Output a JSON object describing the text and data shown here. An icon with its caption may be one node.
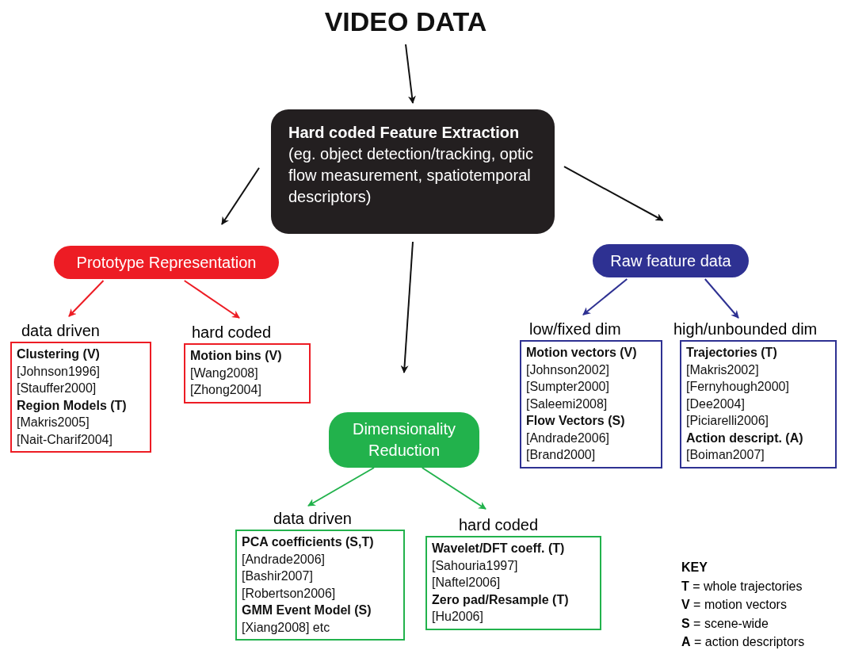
{
  "diagram": {
    "nodes": [
      {
        "text": [
          "VIDEO DATA"
        ]
      },
      {
        "text": [
          "Hard coded Feature Extraction",
          "(eg. object detection/tracking, optic flow measurement, spatiotemporal descriptors)"
        ]
      },
      {
        "text": [
          "Prototype Representation"
        ]
      },
      {
        "text": [
          "Raw feature data"
        ]
      },
      {
        "text": [
          "data driven",
          "Clustering (V)",
          "[Johnson1996]",
          "[Stauffer2000]",
          "Region Models (T)",
          "[Makris2005]",
          "[Nait-Charif2004]"
        ]
      },
      {
        "text": [
          "hard coded",
          "Motion bins (V)",
          "[Wang2008]",
          "[Zhong2004]"
        ]
      },
      {
        "text": [
          "low/fixed dim",
          "Motion vectors (V)",
          "[Johnson2002]",
          "[Sumpter2000]",
          "[Saleemi2008]",
          "Flow Vectors (S)",
          "[Andrade2006]",
          "[Brand2000]"
        ]
      },
      {
        "text": [
          "high/unbounded dim",
          "Trajectories (T)",
          "[Makris2002]",
          "[Fernyhough2000]",
          "[Dee2004]",
          "[Piciarelli2006]",
          "Action descript. (A)",
          "[Boiman2007]"
        ]
      },
      {
        "text": [
          "Dimensionality Reduction"
        ]
      },
      {
        "text": [
          "data driven",
          "PCA coefficients (S,T)",
          "[Andrade2006]",
          "[Bashir2007]",
          "[Robertson2006]",
          "GMM Event Model (S)",
          "[Xiang2008] etc"
        ]
      },
      {
        "text": [
          "hard coded",
          "Wavelet/DFT coeff. (T)",
          "[Sahouria1997]",
          "[Naftel2006]",
          "Zero pad/Resample (T)",
          "[Hu2006]"
        ]
      }
    ],
    "edges": [
      {
        "from": 0,
        "to": 1,
        "arrow": "to"
      },
      {
        "from": 1,
        "to": 2,
        "arrow": "to"
      },
      {
        "from": 1,
        "to": 8,
        "arrow": "to"
      },
      {
        "from": 1,
        "to": 3,
        "arrow": "to"
      },
      {
        "from": 2,
        "to": 4,
        "arrow": "to",
        "color": "#ed1c24"
      },
      {
        "from": 2,
        "to": 5,
        "arrow": "to",
        "color": "#ed1c24"
      },
      {
        "from": 3,
        "to": 6,
        "arrow": "to",
        "color": "#2e3192"
      },
      {
        "from": 3,
        "to": 7,
        "arrow": "to",
        "color": "#2e3192"
      },
      {
        "from": 8,
        "to": 9,
        "arrow": "to",
        "color": "#22b24c"
      },
      {
        "from": 8,
        "to": 10,
        "arrow": "to",
        "color": "#22b24c"
      }
    ],
    "labels": [
      "KEY",
      "**T** = whole trajectories",
      "**V** = motion vectors",
      "**S** = scene-wide",
      "**A** = action descriptors"
    ]
  }
}
